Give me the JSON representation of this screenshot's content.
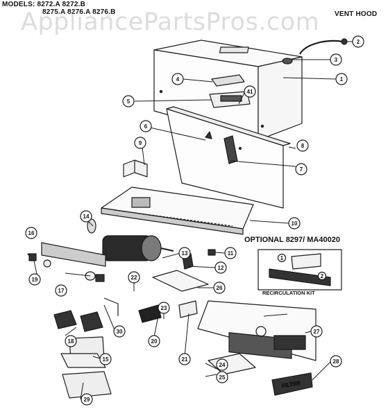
{
  "header": {
    "models_line1": "MODELS: 8272.A   8272.B",
    "models_line2": "8275.A   8276.A   8276.B",
    "section_title": "VENT HOOD"
  },
  "watermark": "AppliancePartsPros.com",
  "optional_label": "OPTIONAL  8297/ MA40020",
  "recirculation_label": "RECIRCULATION KIT",
  "callouts": [
    "1",
    "2",
    "3",
    "4",
    "5",
    "6",
    "7",
    "8",
    "9",
    "10",
    "11",
    "12",
    "13",
    "14",
    "15",
    "16",
    "17",
    "18",
    "19",
    "20",
    "21",
    "22",
    "23",
    "24",
    "25",
    "26",
    "27",
    "28",
    "29",
    "30",
    "41"
  ],
  "kit_callouts": [
    "1",
    "2"
  ],
  "filter_label": "FILTER"
}
